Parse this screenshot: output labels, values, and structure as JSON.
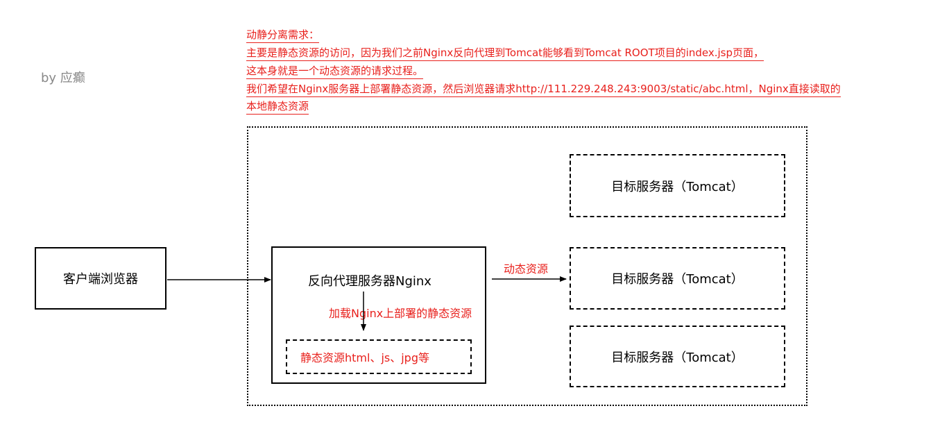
{
  "author": "by 应癫",
  "requirements": {
    "lines": [
      "动静分离需求：",
      "主要是静态资源的访问，因为我们之前Nginx反向代理到Tomcat能够看到Tomcat ROOT项目的index.jsp页面，",
      "这本身就是一个动态资源的请求过程。",
      "我们希望在Nginx服务器上部署静态资源，然后浏览器请求http://111.229.248.243:9003/static/abc.html，Nginx直接读取的",
      "本地静态资源"
    ]
  },
  "diagram": {
    "browser": "客户端浏览器",
    "nginx": "反向代理服务器Nginx",
    "static_resources": "静态资源html、js、jpg等",
    "load_label": "加载Nginx上部署的静态资源",
    "dynamic_label": "动态资源",
    "tomcats": [
      "目标服务器（Tomcat）",
      "目标服务器（Tomcat）",
      "目标服务器（Tomcat）"
    ]
  },
  "colors": {
    "annotation": "#e8201c",
    "author": "#888888",
    "line": "#000000"
  }
}
